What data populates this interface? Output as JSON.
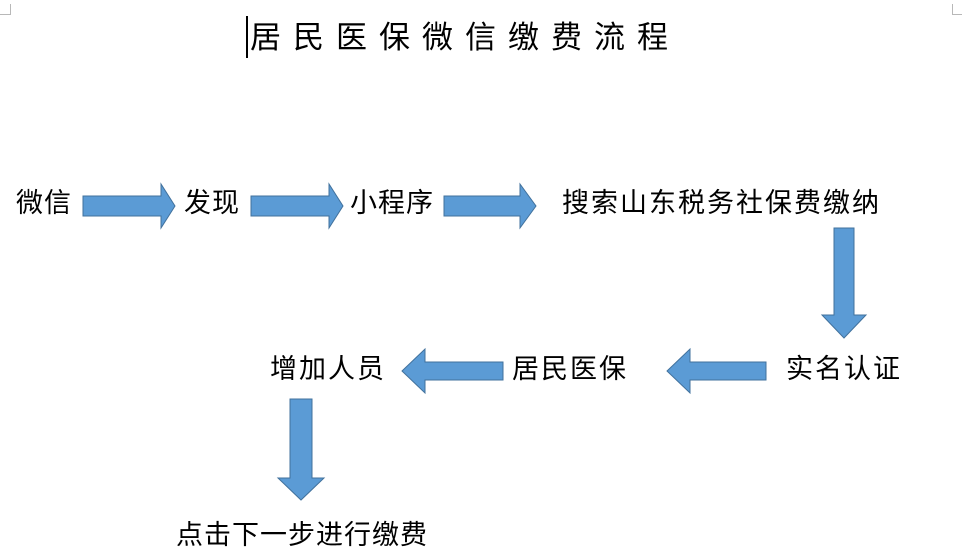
{
  "title": "居民医保微信缴费流程",
  "steps": {
    "weixin": "微信",
    "faxian": "发现",
    "xiaochengxu": "小程序",
    "search": "搜索山东税务社保费缴纳",
    "verify": "实名认证",
    "jumin_yibao": "居民医保",
    "add_person": "增加人员",
    "next_pay": "点击下一步进行缴费"
  },
  "colors": {
    "arrow_fill": "#5b9bd5",
    "arrow_stroke": "#41719c"
  }
}
